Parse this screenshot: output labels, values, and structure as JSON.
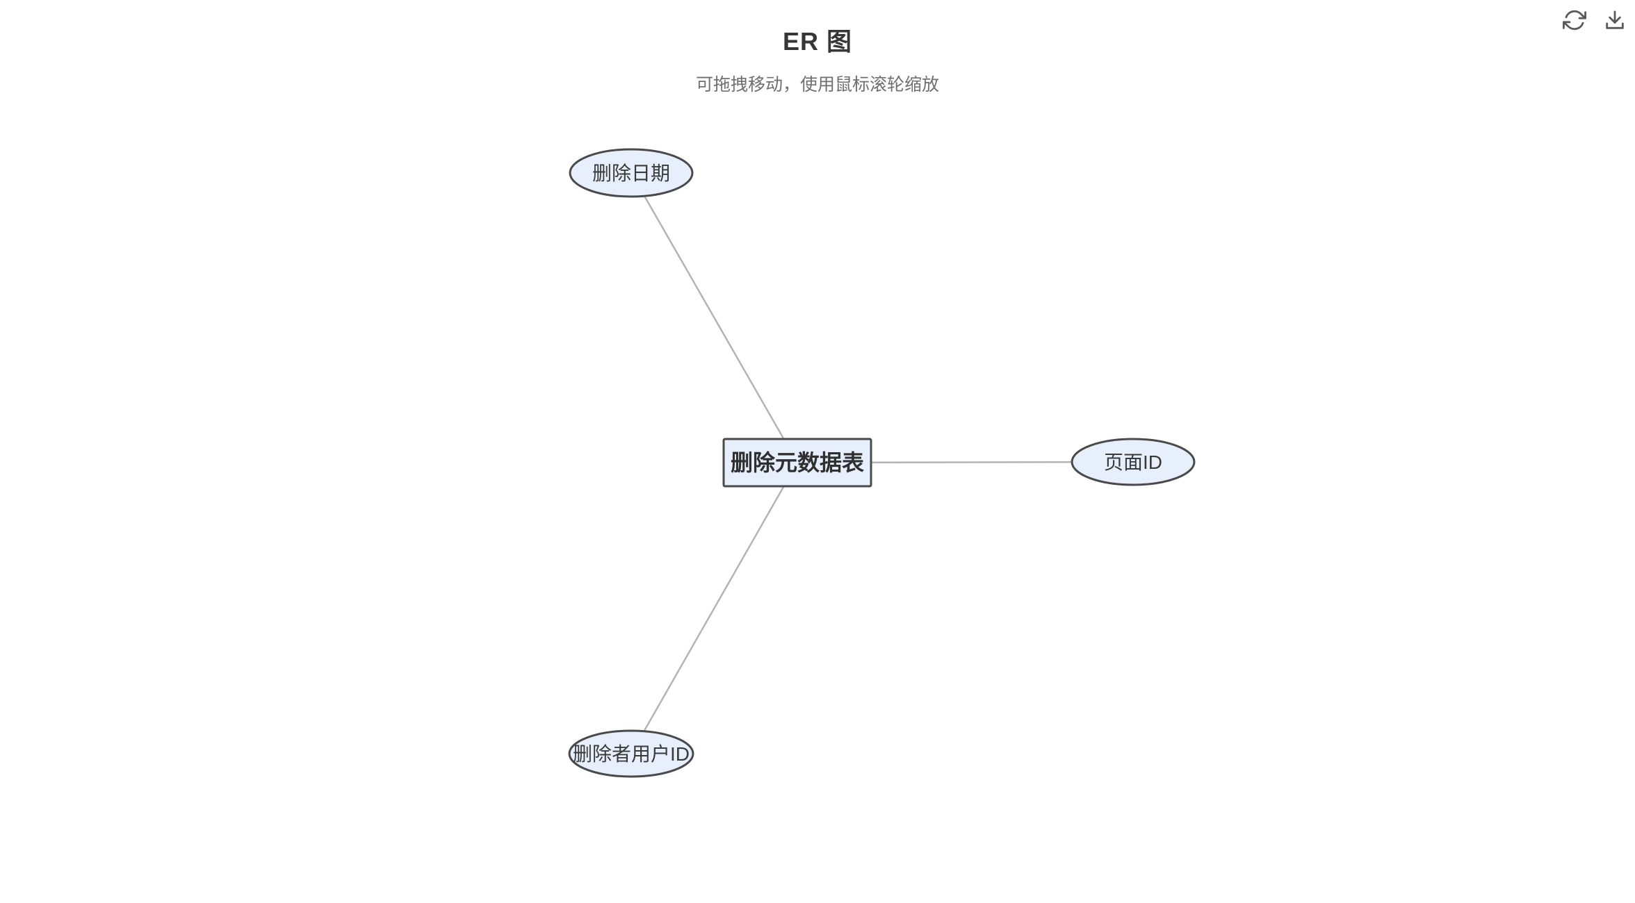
{
  "header": {
    "title": "ER 图",
    "subtitle": "可拖拽移动，使用鼠标滚轮缩放"
  },
  "toolbar": {
    "refresh_icon": "refresh-icon",
    "download_icon": "download-icon"
  },
  "diagram": {
    "entity": {
      "label": "删除元数据表",
      "shape": "rectangle"
    },
    "attributes": [
      {
        "label": "删除日期",
        "shape": "ellipse",
        "position": "top-left"
      },
      {
        "label": "页面ID",
        "shape": "ellipse",
        "position": "right"
      },
      {
        "label": "删除者用户ID",
        "shape": "ellipse",
        "position": "bottom-left"
      }
    ],
    "edges": [
      {
        "from": "删除元数据表",
        "to": "删除日期"
      },
      {
        "from": "删除元数据表",
        "to": "页面ID"
      },
      {
        "from": "删除元数据表",
        "to": "删除者用户ID"
      }
    ],
    "colors": {
      "node_fill": "#e6effb",
      "node_border": "#4a4a4a",
      "edge": "#b4b4b4",
      "entity_text": "#2f2f2f",
      "attribute_text": "#3a3a3a"
    }
  }
}
